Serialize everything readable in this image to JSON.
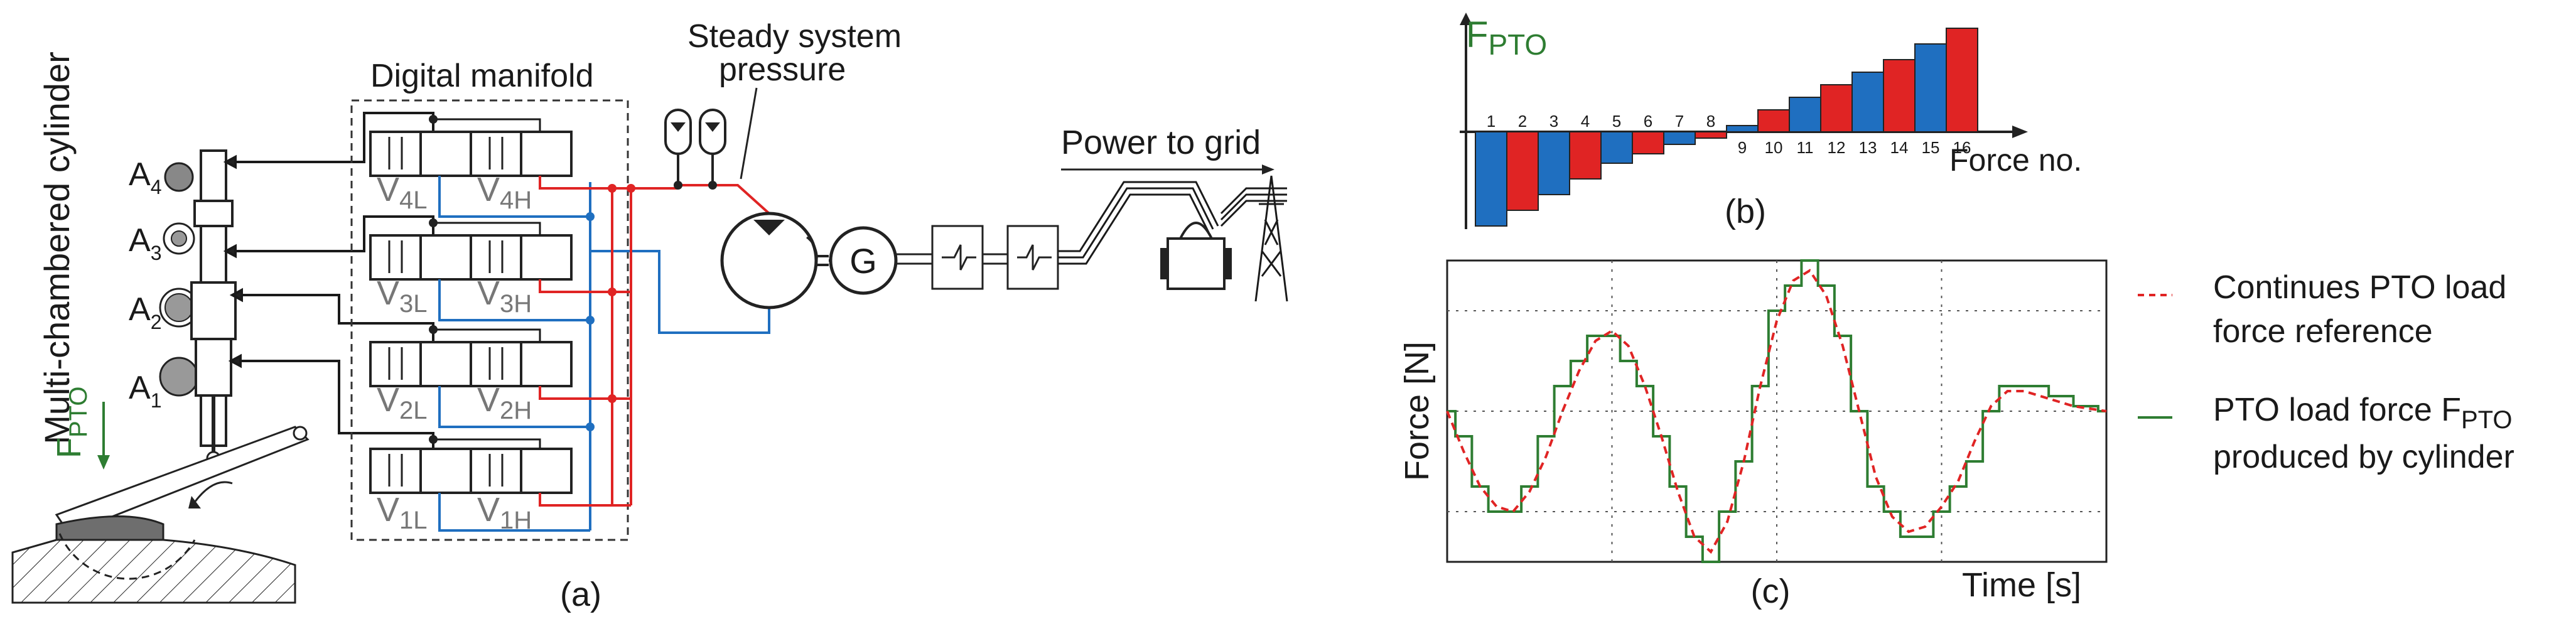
{
  "panel_a": {
    "caption": "(a)",
    "cylinder_label": "Multi-chambered cylinder",
    "area_labels": [
      {
        "base": "A",
        "sub": "4"
      },
      {
        "base": "A",
        "sub": "3"
      },
      {
        "base": "A",
        "sub": "2"
      },
      {
        "base": "A",
        "sub": "1"
      }
    ],
    "force_label": {
      "base": "F",
      "sub": "PTO"
    },
    "manifold_label": "Digital manifold",
    "valve_labels": [
      {
        "base": "V",
        "sub": "4L"
      },
      {
        "base": "V",
        "sub": "4H"
      },
      {
        "base": "V",
        "sub": "3L"
      },
      {
        "base": "V",
        "sub": "3H"
      },
      {
        "base": "V",
        "sub": "2L"
      },
      {
        "base": "V",
        "sub": "2H"
      },
      {
        "base": "V",
        "sub": "1L"
      },
      {
        "base": "V",
        "sub": "1H"
      }
    ],
    "pressure_label_line1": "Steady system",
    "pressure_label_line2": "pressure",
    "generator_label": "G",
    "grid_label": "Power to grid"
  },
  "panel_b": {
    "caption": "(b)",
    "ylabel": {
      "base": "F",
      "sub": "PTO"
    },
    "xlabel": "Force no."
  },
  "panel_c": {
    "caption": "(c)",
    "ylabel": "Force [N]",
    "xlabel": "Time [s]",
    "legend": [
      {
        "line1": "Continues PTO load",
        "line2": "force reference",
        "color": "#e02424",
        "dashed": true
      },
      {
        "line1": "PTO load force F",
        "sub": "PTO",
        "line2": "produced by cylinder",
        "color": "#2e7d32",
        "dashed": false
      }
    ]
  },
  "chart_data": [
    {
      "type": "bar",
      "categories": [
        "1",
        "2",
        "3",
        "4",
        "5",
        "6",
        "7",
        "8",
        "9",
        "10",
        "11",
        "12",
        "13",
        "14",
        "15",
        "16"
      ],
      "values": [
        -15,
        -12.5,
        -10,
        -7.5,
        -5,
        -3.5,
        -2,
        -1,
        1,
        3.5,
        5.5,
        7.5,
        9.5,
        11.5,
        14,
        16.5
      ],
      "colors": [
        "#1f6fc0",
        "#e02424",
        "#1f6fc0",
        "#e02424",
        "#1f6fc0",
        "#e02424",
        "#1f6fc0",
        "#e02424",
        "#1f6fc0",
        "#e02424",
        "#1f6fc0",
        "#e02424",
        "#1f6fc0",
        "#e02424",
        "#1f6fc0",
        "#e02424"
      ],
      "title": "",
      "xlabel": "Force no.",
      "ylabel": "FPTO"
    },
    {
      "type": "line",
      "xlabel": "Time [s]",
      "ylabel": "Force [N]",
      "xlim": [
        0,
        4
      ],
      "ylim": [
        -3,
        3
      ],
      "grid": true,
      "series": [
        {
          "name": "Continues PTO load force reference",
          "style": "dashed",
          "x": [
            0,
            0.1,
            0.2,
            0.3,
            0.4,
            0.5,
            0.6,
            0.7,
            0.8,
            0.9,
            1.0,
            1.1,
            1.2,
            1.3,
            1.4,
            1.5,
            1.6,
            1.7,
            1.8,
            1.9,
            2.0,
            2.1,
            2.2,
            2.3,
            2.4,
            2.5,
            2.6,
            2.7,
            2.8,
            2.9,
            3.0,
            3.1,
            3.2,
            3.3,
            3.4,
            3.5,
            3.6,
            3.7,
            3.8,
            3.9,
            4.0
          ],
          "y": [
            0,
            -0.8,
            -1.5,
            -1.9,
            -2.0,
            -1.6,
            -0.9,
            0,
            0.8,
            1.4,
            1.6,
            1.3,
            0.5,
            -0.5,
            -1.6,
            -2.5,
            -2.8,
            -2.2,
            -1.0,
            0.5,
            1.8,
            2.6,
            2.8,
            2.3,
            1.3,
            0,
            -1.3,
            -2.1,
            -2.4,
            -2.3,
            -1.9,
            -1.4,
            -0.6,
            0.1,
            0.4,
            0.4,
            0.3,
            0.2,
            0.1,
            0.05,
            0
          ]
        },
        {
          "name": "PTO load force FPTO produced by cylinder",
          "style": "solid",
          "step_x": [
            0,
            0.05,
            0.15,
            0.25,
            0.35,
            0.45,
            0.55,
            0.65,
            0.75,
            0.85,
            0.95,
            1.05,
            1.15,
            1.25,
            1.35,
            1.45,
            1.55,
            1.65,
            1.75,
            1.85,
            1.95,
            2.05,
            2.15,
            2.25,
            2.35,
            2.45,
            2.55,
            2.65,
            2.75,
            2.85,
            2.95,
            3.05,
            3.15,
            3.25,
            3.35,
            3.5,
            3.65,
            3.8,
            3.95
          ],
          "step_y": [
            0,
            -0.5,
            -1.5,
            -2.0,
            -2.0,
            -1.5,
            -0.5,
            0.5,
            1.0,
            1.5,
            1.5,
            1.0,
            0.5,
            -0.5,
            -1.5,
            -2.5,
            -3.0,
            -2.0,
            -1.0,
            0.5,
            2.0,
            2.5,
            3.0,
            2.5,
            1.5,
            0,
            -1.5,
            -2.0,
            -2.5,
            -2.5,
            -2.0,
            -1.5,
            -1.0,
            0,
            0.5,
            0.5,
            0.3,
            0.1,
            0
          ]
        }
      ]
    }
  ]
}
